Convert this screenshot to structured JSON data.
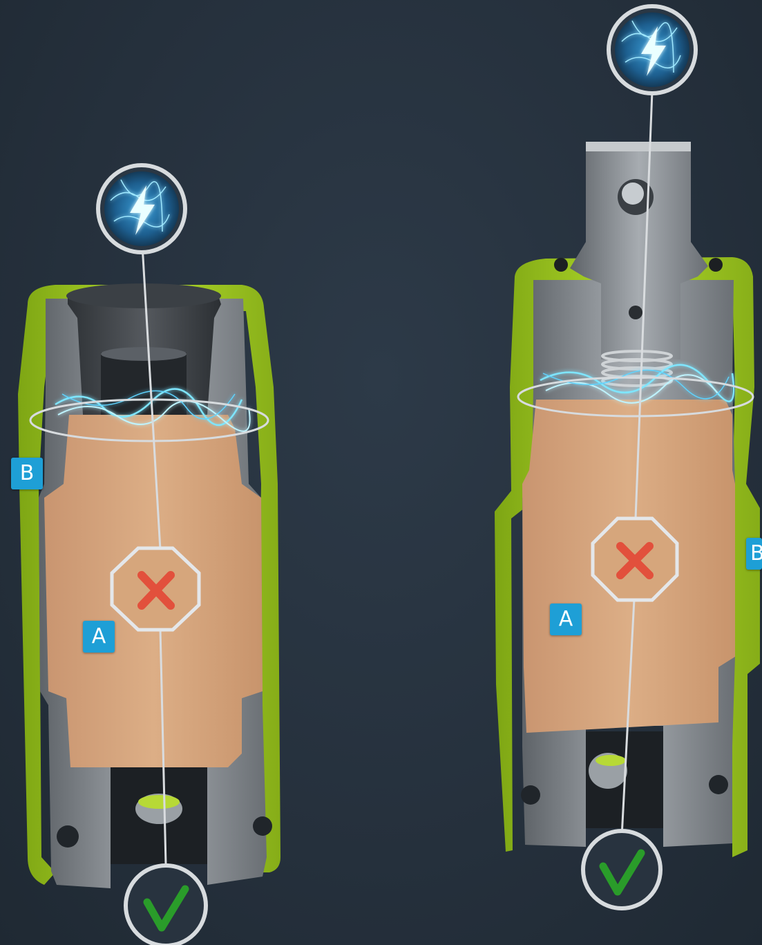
{
  "callouts": {
    "left_b": "B",
    "left_a": "A",
    "right_a": "A",
    "right_b": "B"
  },
  "icons": {
    "power_source": "lightning-bolt-icon",
    "blocked": "x-mark-icon",
    "ground": "check-mark-icon"
  },
  "colors": {
    "background": "#263240",
    "housing_green": "#9ac21c",
    "metal_grey": "#8c9196",
    "insulator_tan": "#d6a67c",
    "callout_blue": "#1e9fd6",
    "x_red": "#e2503c",
    "check_green": "#2a9c2a",
    "spark_cyan": "#7fe6ff"
  }
}
